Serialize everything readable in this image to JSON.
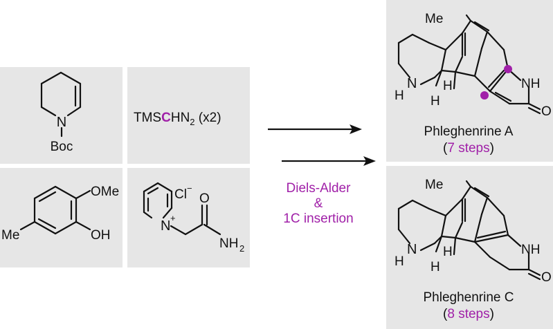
{
  "reactants": {
    "boc_dihydropyridine": {
      "atom_N": "N",
      "boc": "Boc"
    },
    "tms_diazomethane": {
      "prefix": "TMS",
      "highlighted_C": "C",
      "suffix_H": "HN",
      "subscript": "2",
      "count": " (x2)"
    },
    "methoxy_phenol": {
      "ome": "OMe",
      "oh": "OH",
      "me": "Me"
    },
    "pyridinium_salt": {
      "chloride": "Cl",
      "chloride_charge": "−",
      "atom_N": "N",
      "n_charge": "+",
      "carbonyl_O": "O",
      "amide": "NH",
      "amide_sub": "2"
    }
  },
  "conditions": {
    "line1": "Diels-Alder",
    "line2": "&",
    "line3": "1C insertion"
  },
  "products": [
    {
      "me": "Me",
      "nh_amine": "N",
      "h1": "H",
      "h2": "H",
      "h3": "H",
      "nh_amide": "NH",
      "o": "O",
      "name": "Phleghenrine A",
      "steps_open": "(",
      "steps_num": "7 steps",
      "steps_close": ")"
    },
    {
      "me": "Me",
      "nh_amine": "N",
      "h1": "H",
      "h2": "H",
      "h3": "H",
      "nh_amide": "NH",
      "o": "O",
      "name": "Phleghenrine C",
      "steps_open": "(",
      "steps_num": "8 steps",
      "steps_close": ")"
    }
  ],
  "colors": {
    "panel": "#e6e6e6",
    "highlight": "#a020a8",
    "ink": "#111111"
  }
}
